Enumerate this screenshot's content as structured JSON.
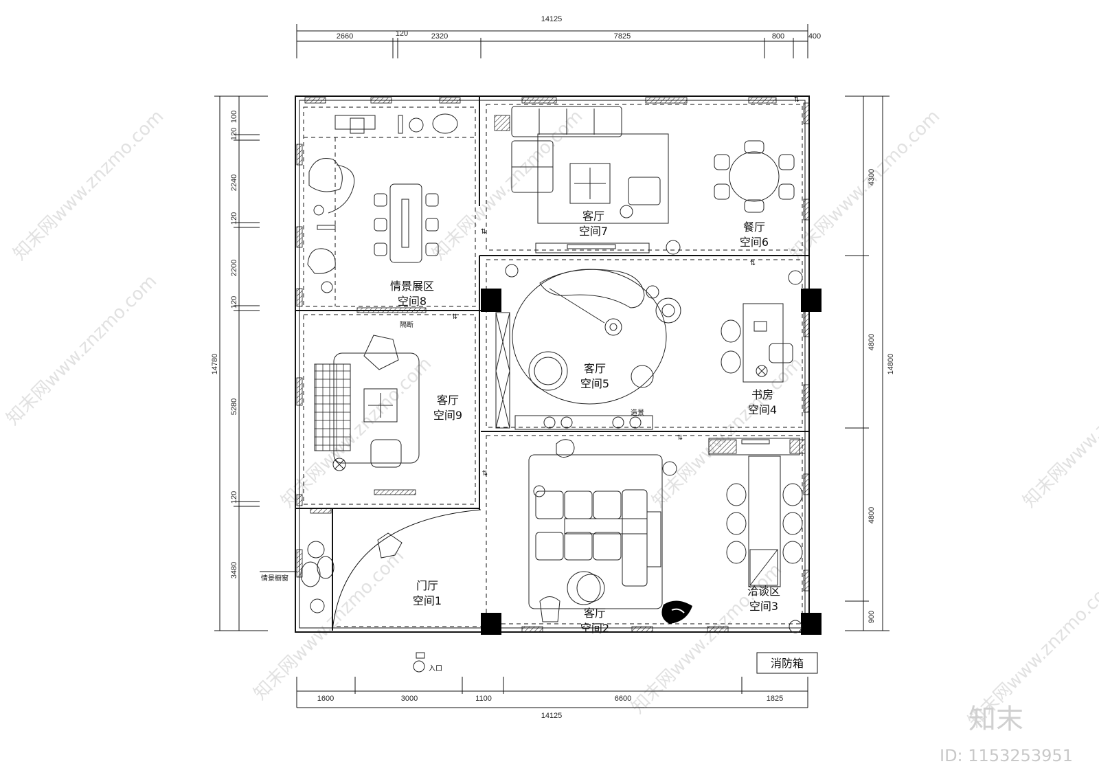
{
  "dimensions": {
    "top_total": "14125",
    "top_segments": [
      "2660",
      "120",
      "2320",
      "7825",
      "800",
      "400"
    ],
    "bottom_total": "14125",
    "bottom_segments": [
      "1600",
      "3000",
      "1100",
      "6600",
      "1825"
    ],
    "left_total": "14780",
    "left_segments": [
      "100",
      "120",
      "2240",
      "120",
      "2200",
      "120",
      "5280",
      "120",
      "3480"
    ],
    "right_total": "14800",
    "right_segments": [
      "4300",
      "4800",
      "4800",
      "900"
    ]
  },
  "rooms": [
    {
      "name": "情景展区",
      "space": "空间8"
    },
    {
      "name": "客厅",
      "space": "空间7"
    },
    {
      "name": "餐厅",
      "space": "空间6"
    },
    {
      "name": "客厅",
      "space": "空间5"
    },
    {
      "name": "书房",
      "space": "空间4"
    },
    {
      "name": "客厅",
      "space": "空间9"
    },
    {
      "name": "门厅",
      "space": "空间1"
    },
    {
      "name": "客厅",
      "space": "空间2"
    },
    {
      "name": "洽谈区",
      "space": "空间3"
    }
  ],
  "labels": {
    "partition": "隔断",
    "feature": "造景",
    "window": "情景橱窗",
    "entrance": "入口",
    "fire_box": "消防箱"
  },
  "watermark": {
    "text": "知末网www.znzmo.com",
    "brand": "知末",
    "id": "ID: 1153253951"
  }
}
